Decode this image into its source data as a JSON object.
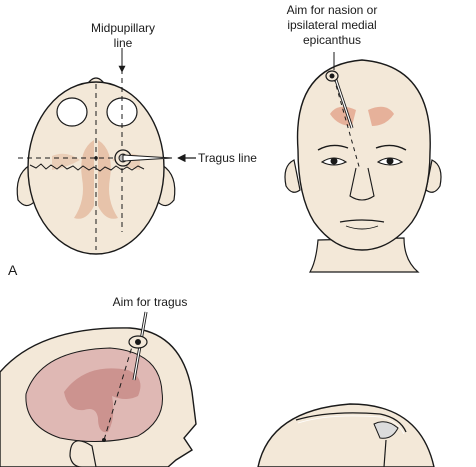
{
  "labels": {
    "midpupillary_line1": "Midpupillary",
    "midpupillary_line2": "line",
    "aim_nasion_line1": "Aim for nasion or",
    "aim_nasion_line2": "ipsilateral medial",
    "aim_nasion_line3": "epicanthus",
    "tragus_line": "Tragus line",
    "panel_a": "A",
    "aim_tragus": "Aim for tragus"
  },
  "colors": {
    "skin": "#f3e8d8",
    "outline": "#1a1a1a",
    "ventricle": "#e4ab94",
    "brain": "#dfb8b4",
    "skull_shade": "#e7d9c4"
  }
}
